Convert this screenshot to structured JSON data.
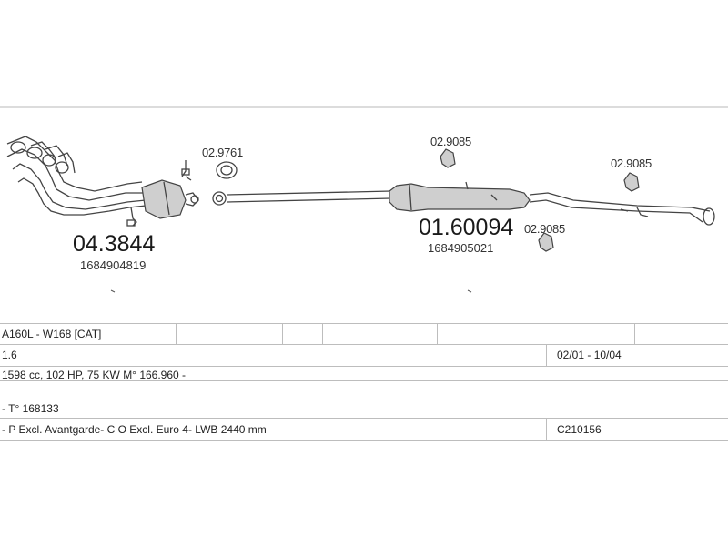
{
  "parts": [
    {
      "id": "manifold",
      "number": "04.3844",
      "oem": "1684904819"
    },
    {
      "id": "flange-gasket",
      "number": "02.9761"
    },
    {
      "id": "front-hanger",
      "number": "02.9085"
    },
    {
      "id": "main-muffler",
      "number": "01.60094",
      "oem": "1684905021"
    },
    {
      "id": "mid-hanger",
      "number": "02.9085"
    },
    {
      "id": "rear-hanger",
      "number": "02.9085"
    }
  ],
  "vehicle": {
    "model": "A160L - W168  [CAT]",
    "engine": "1.6",
    "years": "02/01 - 10/04",
    "specs": "1598 cc, 102 HP, 75 KW M° 166.960 -",
    "type_code": "- T° 168133",
    "notes": "- P Excl. Avantgarde- C O Excl. Euro 4- LWB 2440 mm",
    "code": "C210156"
  }
}
